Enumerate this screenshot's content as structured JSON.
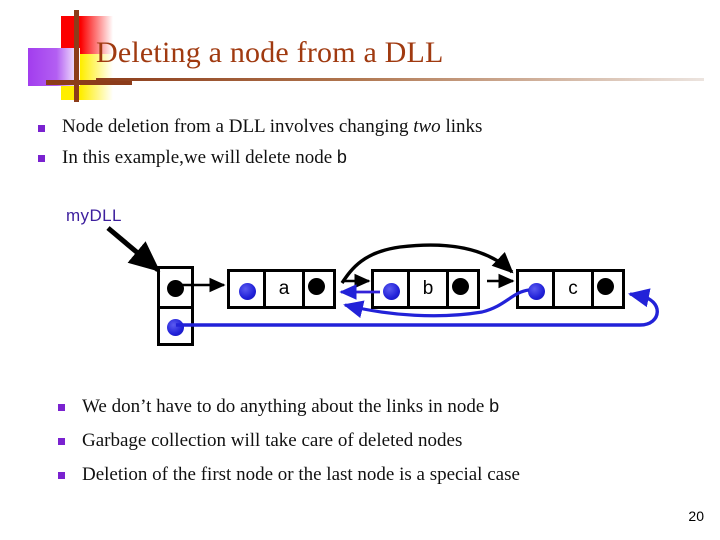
{
  "slide": {
    "title": "Deleting a node from a DLL",
    "page_number": "20",
    "title_color": "#a03a10",
    "bullet_color": "#7a22d0",
    "pointer_black": "#000000",
    "pointer_blue": "#2222d8"
  },
  "logo": {
    "square_red": "#fb0000",
    "square_yellow": "#ffee00",
    "square_purple": "#a23dee",
    "cross_bar": "#8c3c1a"
  },
  "top_bullets": [
    {
      "pre": "Node deletion from a DLL involves changing ",
      "emphasis": "two",
      "post": " links"
    },
    {
      "pre": "In this example,we will delete node ",
      "emphasis": "b",
      "post": ""
    }
  ],
  "bottom_bullets": [
    {
      "pre": "We don’t have to do anything about the links in node ",
      "emphasis": "b",
      "post": ""
    },
    {
      "pre": "Garbage collection will take care of deleted nodes",
      "emphasis": "",
      "post": ""
    },
    {
      "pre": "Deletion of the first node or the last node is a special case",
      "emphasis": "",
      "post": ""
    }
  ],
  "diagram": {
    "list_label": "myDLL",
    "header_node": {
      "name": "header-box",
      "cells": [
        "first-pointer",
        "last-pointer"
      ]
    },
    "nodes": [
      {
        "name": "node-a",
        "value": "a"
      },
      {
        "name": "node-b",
        "value": "b"
      },
      {
        "name": "node-c",
        "value": "c"
      }
    ],
    "links": [
      "mydll-label-arrow",
      "header-first-to-node-a",
      "node-a-next-bypass-to-node-c",
      "node-a-next-to-node-b",
      "node-b-next-to-node-c",
      "node-b-prev-to-node-a",
      "node-c-prev-bypass-to-node-a",
      "header-last-to-node-c"
    ]
  }
}
